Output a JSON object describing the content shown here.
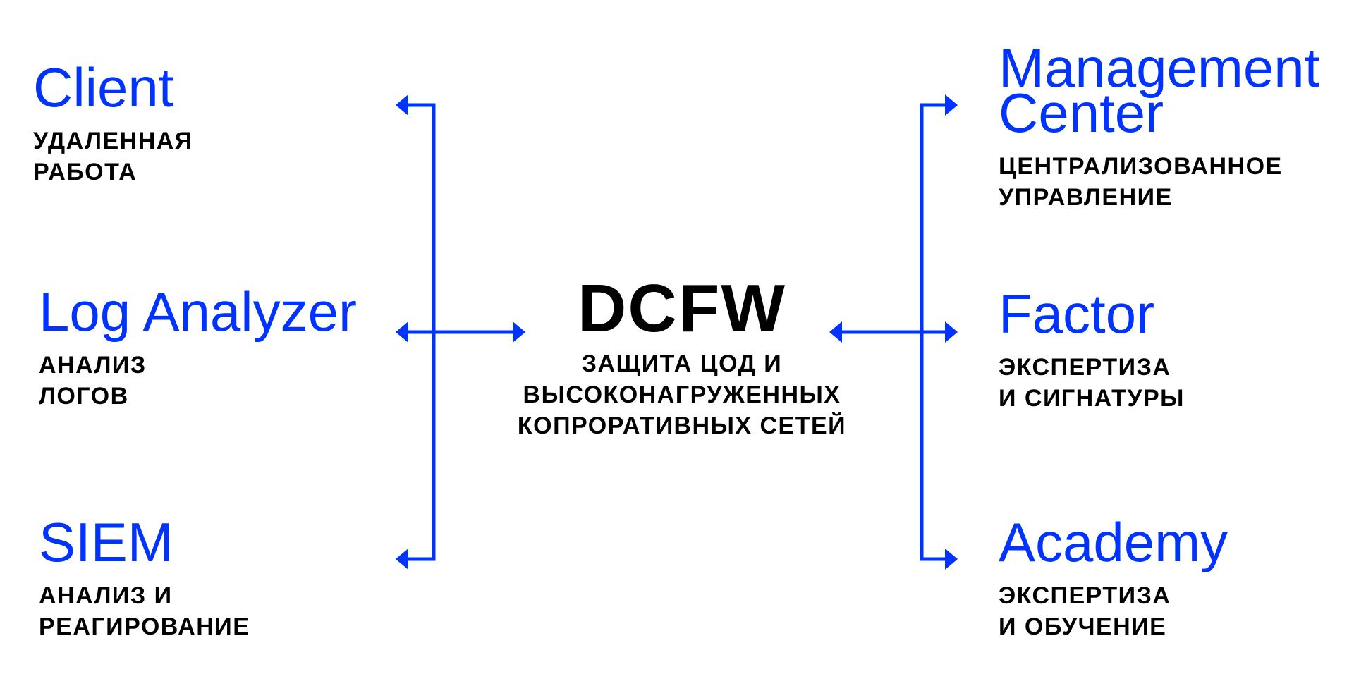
{
  "accent_color": "#0033ff",
  "center": {
    "title": "DCFW",
    "subtitle": [
      "ЗАЩИТА ЦОД И",
      "ВЫСОКОНАГРУЖЕННЫХ",
      "КОПРОРАТИВНЫХ СЕТЕЙ"
    ]
  },
  "left": [
    {
      "title": [
        "Client"
      ],
      "subtitle": [
        "УДАЛЕННАЯ",
        "РАБОТА"
      ]
    },
    {
      "title": [
        "Log Analyzer"
      ],
      "subtitle": [
        "АНАЛИЗ",
        "ЛОГОВ"
      ]
    },
    {
      "title": [
        "SIEM"
      ],
      "subtitle": [
        "АНАЛИЗ И",
        "РЕАГИРОВАНИЕ"
      ]
    }
  ],
  "right": [
    {
      "title": [
        "Management",
        "Center"
      ],
      "subtitle": [
        "ЦЕНТРАЛИЗОВАННОЕ",
        "УПРАВЛЕНИЕ"
      ]
    },
    {
      "title": [
        "Factor"
      ],
      "subtitle": [
        "ЭКСПЕРТИЗА",
        "И СИГНАТУРЫ"
      ]
    },
    {
      "title": [
        "Academy"
      ],
      "subtitle": [
        "ЭКСПЕРТИЗА",
        "И ОБУЧЕНИЕ"
      ]
    }
  ]
}
